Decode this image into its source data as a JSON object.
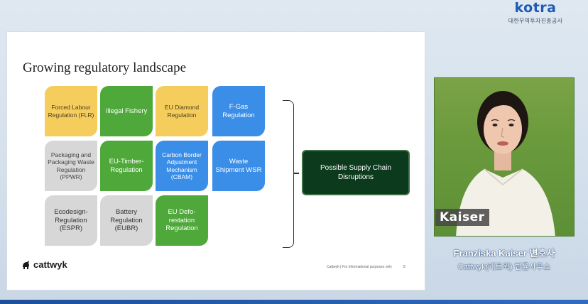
{
  "branding": {
    "logo_text": "kotra",
    "logo_subtitle": "대한무역투자진흥공사"
  },
  "slide": {
    "title": "Growing regulatory landscape",
    "tiles": [
      {
        "label": "Forced Labour Regulation (FLR)",
        "color": "yellow"
      },
      {
        "label": "Illegal Fishery",
        "color": "green"
      },
      {
        "label": "EU Diamond Regulation",
        "color": "yellow"
      },
      {
        "label": "F-Gas Regulation",
        "color": "blue"
      },
      {
        "label": "Packaging and Packaging Waste Regulation (PPWR)",
        "color": "gray"
      },
      {
        "label": "EU-Timber-Regulation",
        "color": "green"
      },
      {
        "label": "Carbon Border Adjustment Mechanism (CBAM)",
        "color": "blue"
      },
      {
        "label": "Waste Shipment WSR",
        "color": "blue"
      },
      {
        "label": "Ecodesign-Regulation (ESPR)",
        "color": "gray"
      },
      {
        "label": "Battery Regulation (EUBR)",
        "color": "gray"
      },
      {
        "label": "EU Defo-restation Regulation",
        "color": "green"
      }
    ],
    "result_box": "Possible Supply Chain Disruptions",
    "logo": "cattwyk",
    "footer": "Cattwyk | For informational purposes only",
    "page_number": "8",
    "colors": {
      "yellow": "#f5cd5c",
      "green": "#4ea93a",
      "blue": "#3a8ee8",
      "gray": "#d7d7d7",
      "result_bg": "#0c3a1c"
    }
  },
  "speaker": {
    "name_tag": "Kaiser",
    "full_name": "Franziska Kaiser 변호사",
    "organization": "Cattwyk(캐트윅) 법률사무소"
  }
}
